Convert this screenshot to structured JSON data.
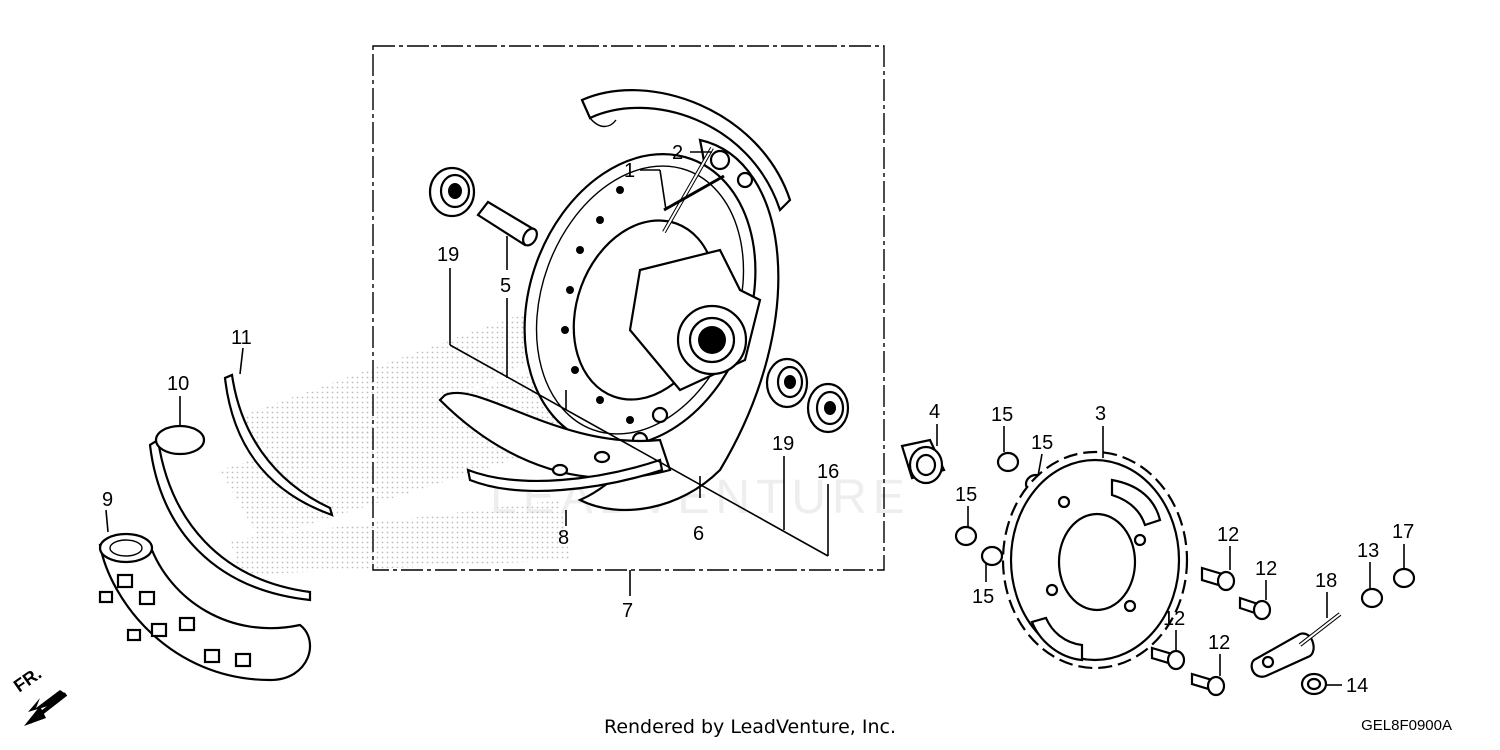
{
  "diagram": {
    "parts": [
      {
        "id": "1",
        "label": "1"
      },
      {
        "id": "2",
        "label": "2"
      },
      {
        "id": "3",
        "label": "3"
      },
      {
        "id": "4",
        "label": "4"
      },
      {
        "id": "5",
        "label": "5"
      },
      {
        "id": "6",
        "label": "6"
      },
      {
        "id": "7",
        "label": "7"
      },
      {
        "id": "8",
        "label": "8"
      },
      {
        "id": "9",
        "label": "9"
      },
      {
        "id": "10",
        "label": "10"
      },
      {
        "id": "11",
        "label": "11"
      },
      {
        "id": "12a",
        "label": "12"
      },
      {
        "id": "12b",
        "label": "12"
      },
      {
        "id": "12c",
        "label": "12"
      },
      {
        "id": "12d",
        "label": "12"
      },
      {
        "id": "13",
        "label": "13"
      },
      {
        "id": "14",
        "label": "14"
      },
      {
        "id": "15a",
        "label": "15"
      },
      {
        "id": "15b",
        "label": "15"
      },
      {
        "id": "15c",
        "label": "15"
      },
      {
        "id": "15d",
        "label": "15"
      },
      {
        "id": "16",
        "label": "16"
      },
      {
        "id": "17",
        "label": "17"
      },
      {
        "id": "18",
        "label": "18"
      },
      {
        "id": "19a",
        "label": "19"
      },
      {
        "id": "19b",
        "label": "19"
      }
    ],
    "direction_label": "FR.",
    "watermark": "LEADVENTURE",
    "footer": "Rendered by LeadVenture, Inc.",
    "drawing_code": "GEL8F0900A"
  }
}
